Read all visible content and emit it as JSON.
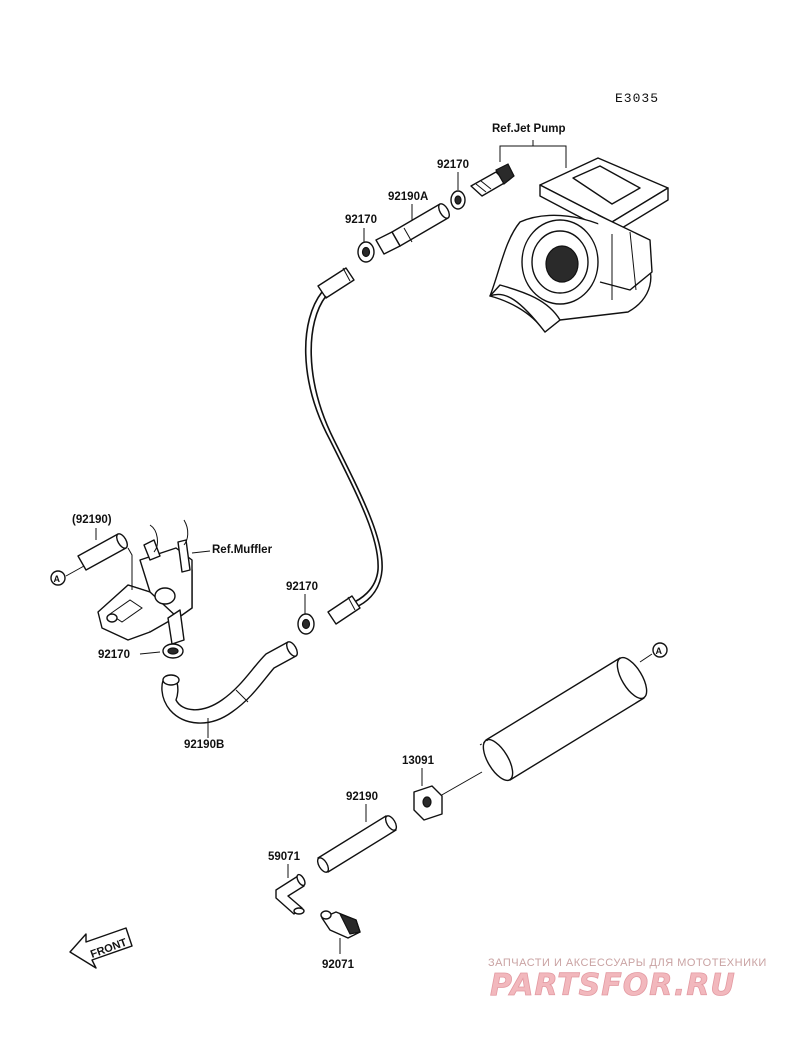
{
  "diagram_code": "E3035",
  "labels": {
    "ref_jet_pump": "Ref.Jet Pump",
    "clamp_top_right": "92170",
    "hose_a": "92190A",
    "clamp_top_left": "92170",
    "hose_paren": "(92190)",
    "ref_muffler": "Ref.Muffler",
    "clamp_muffler": "92170",
    "clamp_mid": "92170",
    "hose_b": "92190B",
    "connector": "13091",
    "hose_bottom": "92190",
    "elbow_fitting": "59071",
    "nozzle_fitting": "92071",
    "marker_a_left": "A",
    "marker_a_right": "A",
    "front_arrow": "FRONT"
  },
  "watermark": {
    "caption": "ЗАПЧАСТИ И АКСЕССУАРЫ ДЛЯ МОТОТЕХНИКИ",
    "logo": "PARTSFOR.RU",
    "color": "#f2b8bd"
  }
}
